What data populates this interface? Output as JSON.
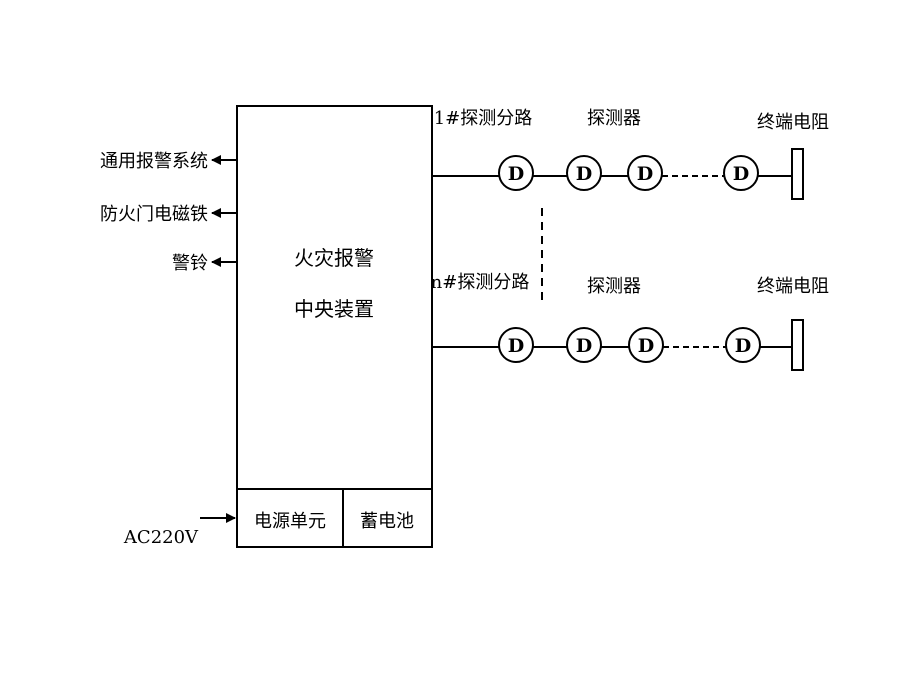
{
  "central_unit": {
    "title_line1": "火灾报警",
    "title_line2": "中央装置",
    "power_unit": "电源单元",
    "battery": "蓄电池"
  },
  "outputs": [
    {
      "label": "通用报警系统"
    },
    {
      "label": "防火门电磁铁"
    },
    {
      "label": "警铃"
    }
  ],
  "power_input": "AC220V",
  "branches": [
    {
      "label": "1#探测分路",
      "detector_group_label": "探测器",
      "terminal_label": "终端电阻",
      "detector_symbol": "D"
    },
    {
      "label": "n#探测分路",
      "detector_group_label": "探测器",
      "terminal_label": "终端电阻",
      "detector_symbol": "D"
    }
  ]
}
